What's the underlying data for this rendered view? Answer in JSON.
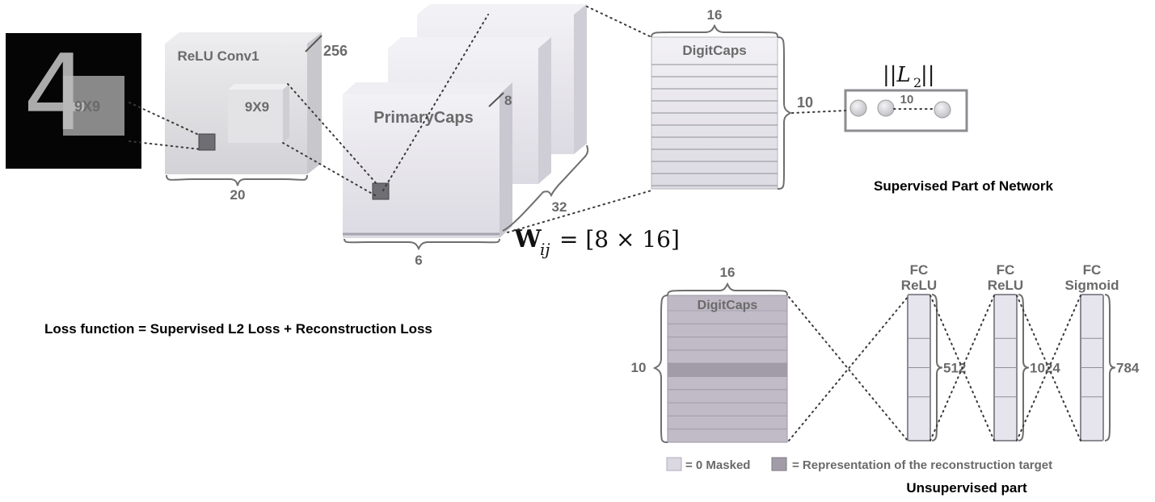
{
  "input": {
    "digit": "4",
    "kernel_label": "9X9"
  },
  "relu_conv1": {
    "title": "ReLU Conv1",
    "kernel_label": "9X9",
    "depth": "256",
    "width": "20"
  },
  "primary_caps": {
    "title": "PrimaryCaps",
    "depth": "8",
    "count": "32",
    "width": "6"
  },
  "weight_formula": {
    "symbol": "W",
    "subscript": "ij",
    "rhs": "= [8 × 16]"
  },
  "digit_caps_top": {
    "title": "DigitCaps",
    "cols": "16",
    "rows": "10"
  },
  "l2_norm": {
    "label": "||L",
    "subscript": "2",
    "suffix": "||",
    "count": "10"
  },
  "supervised_caption": "Supervised Part of Network",
  "loss_function": "Loss function = Supervised L2 Loss + Reconstruction Loss",
  "digit_caps_bottom": {
    "title": "DigitCaps",
    "cols": "16",
    "rows": "10"
  },
  "fc_layers": [
    {
      "line1": "FC",
      "line2": "ReLU",
      "size": "512"
    },
    {
      "line1": "FC",
      "line2": "ReLU",
      "size": "1024"
    },
    {
      "line1": "FC",
      "line2": "Sigmoid",
      "size": "784"
    }
  ],
  "legend": {
    "masked": "= 0 Masked",
    "target": "= Representation of the reconstruction target"
  },
  "unsupervised_caption": "Unsupervised part",
  "colors": {
    "box_face": "#dcdcdf",
    "box_side": "#c4c4c9",
    "box_top": "#ececee",
    "caps_face": "#e6e4ec",
    "masked_fill": "#dcd8e2",
    "target_fill": "#a29ca8",
    "text_grey": "#6a6a6a"
  }
}
